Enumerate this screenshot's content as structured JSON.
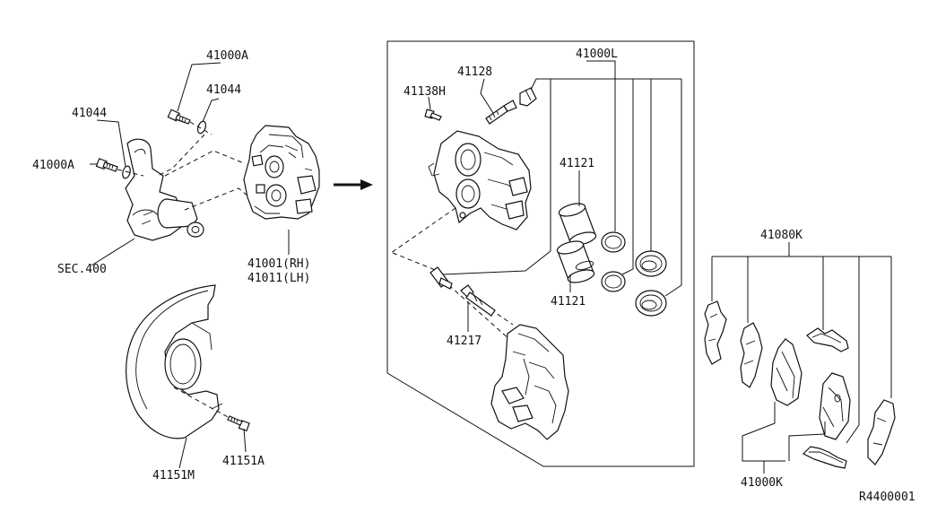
{
  "diagram": {
    "labels": {
      "p41000A_top": "41000A",
      "p41044_top": "41044",
      "p41044_left": "41044",
      "p41000A_left": "41000A",
      "sec400": "SEC.400",
      "p41001": "41001(RH)",
      "p41011": "41011(LH)",
      "p41151M": "41151M",
      "p41151A": "41151A",
      "p41000L": "41000L",
      "p41128": "41128",
      "p41138H": "41138H",
      "p41121_a": "41121",
      "p41121_b": "41121",
      "p41217": "41217",
      "p41080K": "41080K",
      "p41000K": "41000K",
      "ref": "R4400001"
    }
  }
}
